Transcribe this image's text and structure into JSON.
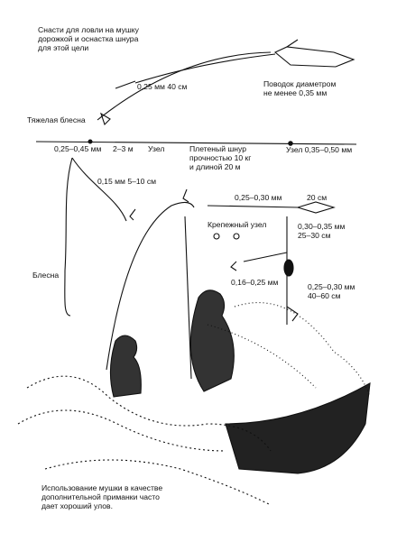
{
  "labels": {
    "tackle_title": "Снасти для ловли на мушку\nдорожкой и оснастка шнура\nдля этой цели",
    "leader_diam_top": "0,25 мм 40 см",
    "leader_diameter": "Поводок диаметром\nне менее 0,35 мм",
    "heavy_spoon": "Тяжелая блесна",
    "line_045": "0,25–0,45 мм",
    "len_2_3": "2–3 м",
    "knot_left": "Узел",
    "braided_line": "Плетеный шнур\nпрочностью 10 кг\nи длиной 20 м",
    "knot_right": "Узел 0,35–0,50 мм",
    "line_015": "0,15 мм 5–10 см",
    "line_025_030": "0,25–0,30 мм",
    "len_20": "20 см",
    "fastening_knot": "Крепежный узел",
    "line_030_035": "0,30–0,35 мм\n25–30 см",
    "spoon": "Блесна",
    "line_016_025": "0,16–0,25 мм",
    "line_025_030b": "0,25–0,30 мм\n40–60 см",
    "caption": "Использование мушки в качестве\nдополнительной приманки часто\nдает хороший улов."
  }
}
